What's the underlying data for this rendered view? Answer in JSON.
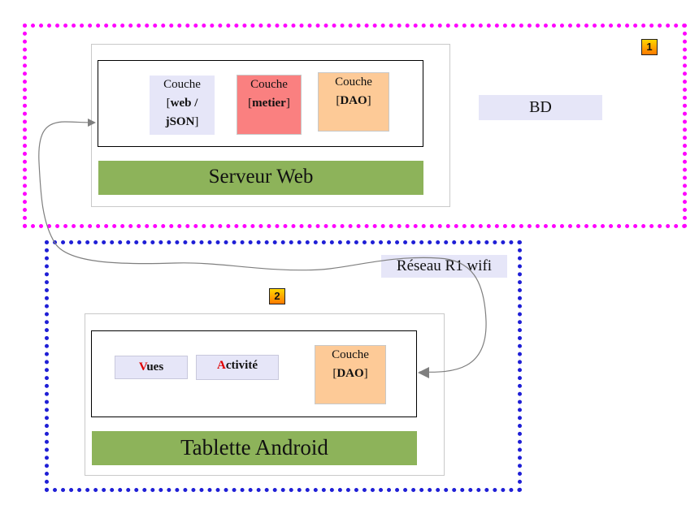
{
  "zones": {
    "zone1_badge": "1",
    "zone2_badge": "2"
  },
  "server": {
    "layer_web": {
      "line1": "Couche",
      "line2_pre": "[",
      "line2_bold": "web /",
      "line3_bold": "jSON",
      "line3_post": "]"
    },
    "layer_metier": {
      "line1": "Couche",
      "line2_pre": "[",
      "line2_bold": "metier",
      "line2_post": "]"
    },
    "layer_dao": {
      "line1": "Couche",
      "line2_pre": "[",
      "line2_bold": "DAO",
      "line2_post": "]"
    },
    "label": "Serveur Web"
  },
  "database": {
    "label": "BD"
  },
  "network": {
    "label": "Réseau R1 wifi"
  },
  "tablet": {
    "vues": {
      "first_letter": "V",
      "rest": "ues"
    },
    "activite": {
      "first_letter": "A",
      "rest": "ctivité"
    },
    "layer_dao": {
      "line1": "Couche",
      "line2_pre": "[",
      "line2_bold": "DAO",
      "line2_post": "]"
    },
    "label": "Tablette Android"
  },
  "colors": {
    "zone1_border": "#ff00ff",
    "zone2_border": "#1f1fd6",
    "lavender": "#e6e6f8",
    "metier": "#fa8080",
    "dao": "#fdca97",
    "green": "#8db35a",
    "accent_red": "#e00000",
    "connector": "#7f7f7f"
  }
}
